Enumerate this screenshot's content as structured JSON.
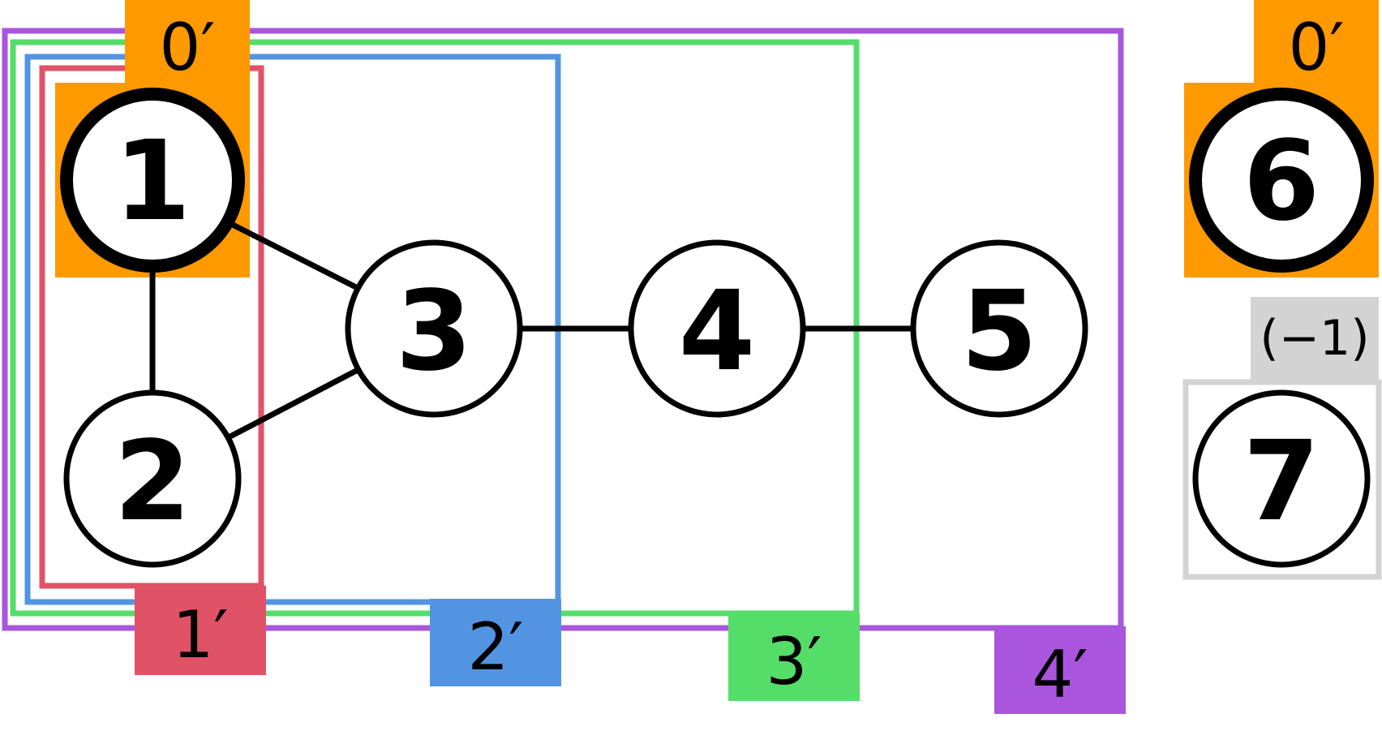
{
  "colors": {
    "orange": "#FF9900",
    "red": "#E05266",
    "blue": "#5294E2",
    "green": "#55DD6A",
    "purple": "#AA55DD",
    "gray": "#D3D3D3",
    "black": "#000000",
    "white": "#FFFFFF"
  },
  "nodes": [
    {
      "id": "1",
      "label": "1",
      "highlight": "orange",
      "thick": true
    },
    {
      "id": "2",
      "label": "2",
      "highlight": "",
      "thick": false
    },
    {
      "id": "3",
      "label": "3",
      "highlight": "",
      "thick": false
    },
    {
      "id": "4",
      "label": "4",
      "highlight": "",
      "thick": false
    },
    {
      "id": "5",
      "label": "5",
      "highlight": "",
      "thick": false
    },
    {
      "id": "6",
      "label": "6",
      "highlight": "orange",
      "thick": true
    },
    {
      "id": "7",
      "label": "7",
      "highlight": "gray-frame",
      "thick": false
    }
  ],
  "edges": [
    {
      "from": "1",
      "to": "2"
    },
    {
      "from": "1",
      "to": "3"
    },
    {
      "from": "2",
      "to": "3"
    },
    {
      "from": "3",
      "to": "4"
    },
    {
      "from": "4",
      "to": "5"
    }
  ],
  "groups": [
    {
      "label": "0′",
      "color": "orange",
      "contains": [
        "1"
      ]
    },
    {
      "label": "1′",
      "color": "red",
      "contains": [
        "1",
        "2"
      ]
    },
    {
      "label": "2′",
      "color": "blue",
      "contains": [
        "1",
        "2",
        "3"
      ]
    },
    {
      "label": "3′",
      "color": "green",
      "contains": [
        "1",
        "2",
        "3",
        "4"
      ]
    },
    {
      "label": "4′",
      "color": "purple",
      "contains": [
        "1",
        "2",
        "3",
        "4",
        "5"
      ]
    },
    {
      "label": "0′",
      "color": "orange",
      "contains": [
        "6"
      ]
    },
    {
      "label": "(−1)",
      "color": "gray",
      "contains": [
        "7"
      ]
    }
  ]
}
